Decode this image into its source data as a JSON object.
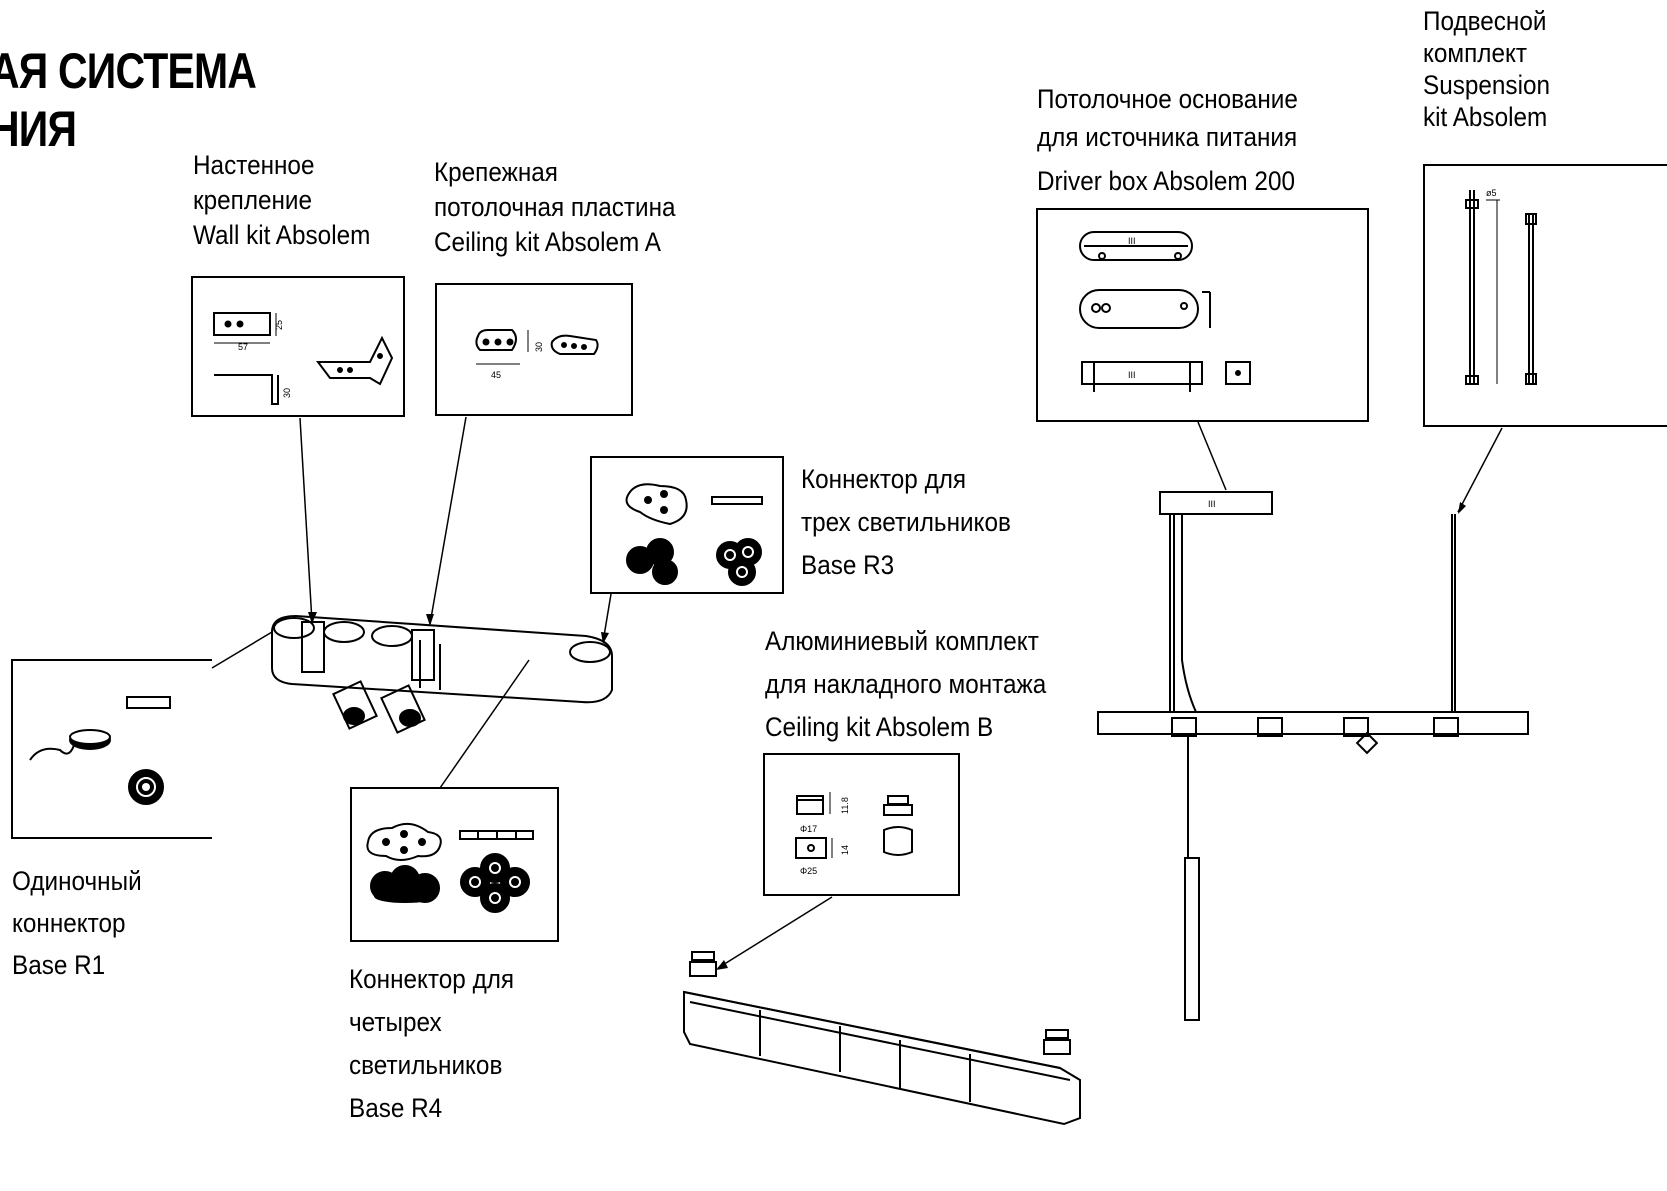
{
  "title": {
    "line1": "АЯ СИСТЕМА",
    "line2": "НИЯ"
  },
  "components": {
    "wall_kit": {
      "lines": [
        "Настенное",
        "крепление",
        "Wall kit Absolem"
      ]
    },
    "ceiling_kit_a": {
      "lines": [
        "Крепежная",
        "потолочная пластина",
        "Ceiling kit Absolem A"
      ]
    },
    "driver_box": {
      "lines": [
        "Потолочное основание",
        "для источника питания",
        "Driver box Absolem 200"
      ]
    },
    "suspension_kit": {
      "lines": [
        "Подвесной",
        "комплект",
        "Suspension",
        "kit Absolem"
      ]
    },
    "base_r3": {
      "lines": [
        "Коннектор для",
        "трех светильников",
        "Base R3"
      ]
    },
    "ceiling_kit_b": {
      "lines": [
        "Алюминиевый комплект",
        "для накладного монтажа",
        "Ceiling kit Absolem B"
      ]
    },
    "base_r1": {
      "lines": [
        "Одиночный",
        "коннектор",
        "Base R1"
      ]
    },
    "base_r4": {
      "lines": [
        "Коннектор для",
        "четырех",
        "светильников",
        "Base R4"
      ]
    }
  },
  "dimensions": {
    "wall_width": "57",
    "wall_height": "25",
    "wall_depth": "30",
    "ceiling_a_width": "45",
    "ceiling_a_height": "30",
    "ceiling_b_h1": "11.8",
    "ceiling_b_d1": "Φ17",
    "ceiling_b_h2": "14",
    "ceiling_b_d2": "Φ25",
    "suspension_d": "ø5"
  }
}
